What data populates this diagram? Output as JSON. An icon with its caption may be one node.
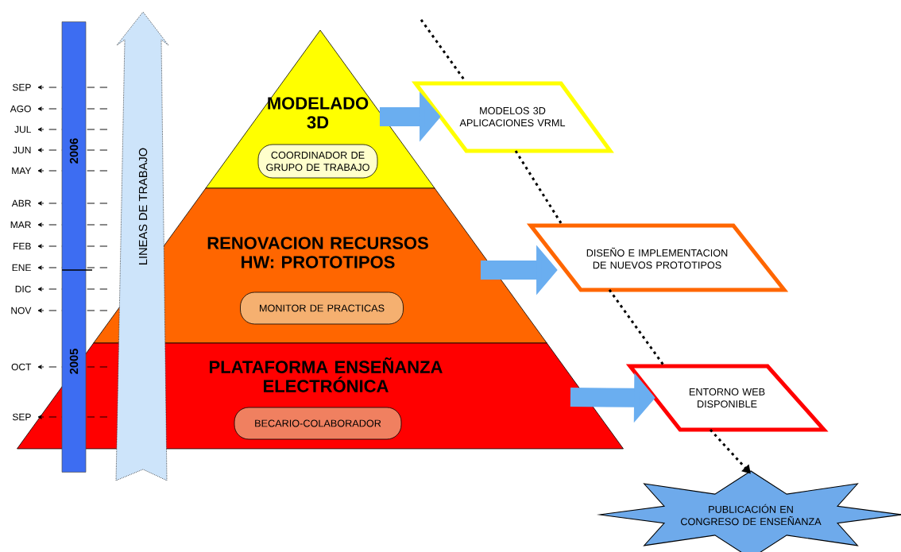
{
  "diagram": {
    "nodes": [
      {
        "text": [
          "MODELADO 3D"
        ]
      },
      {
        "text": [
          "COORDINADOR DE GRUPO DE TRABAJO"
        ],
        "in": 0
      },
      {
        "text": [
          "RENOVACION RECURSOS HW: PROTOTIPOS"
        ]
      },
      {
        "text": [
          "MONITOR DE PRACTICAS"
        ],
        "in": 2
      },
      {
        "text": [
          "PLATAFORMA ENSEÑANZA ELECTRÓNICA"
        ]
      },
      {
        "text": [
          "BECARIO-COLABORADOR"
        ],
        "in": 4
      },
      {
        "text": [
          "MODELOS 3D APLICACIONES VRML"
        ]
      },
      {
        "text": [
          "DISEÑO E IMPLEMENTACION DE NUEVOS PROTOTIPOS"
        ]
      },
      {
        "text": [
          "ENTORNO WEB DISPONIBLE"
        ]
      },
      {
        "text": [
          "PUBLICACIÓN EN CONGRESO DE ENSEÑANZA"
        ]
      },
      {
        "text": [
          "LINEAS DE TRABAJO"
        ]
      },
      {
        "text": [
          "2006",
          "2005"
        ]
      }
    ],
    "edges": [
      {
        "from": 0,
        "to": 6,
        "arrow": "to"
      },
      {
        "from": 2,
        "to": 7,
        "arrow": "to"
      },
      {
        "from": 4,
        "to": 8,
        "arrow": "to"
      },
      {
        "from": null,
        "to": 9,
        "arrow": "to",
        "style": "dashed",
        "color": "#000000"
      }
    ],
    "labels": [
      "SEP",
      "AGO",
      "JUL",
      "JUN",
      "MAY",
      "ABR",
      "MAR",
      "FEB",
      "ENE",
      "DIC",
      "NOV",
      "OCT",
      "SEP"
    ]
  }
}
